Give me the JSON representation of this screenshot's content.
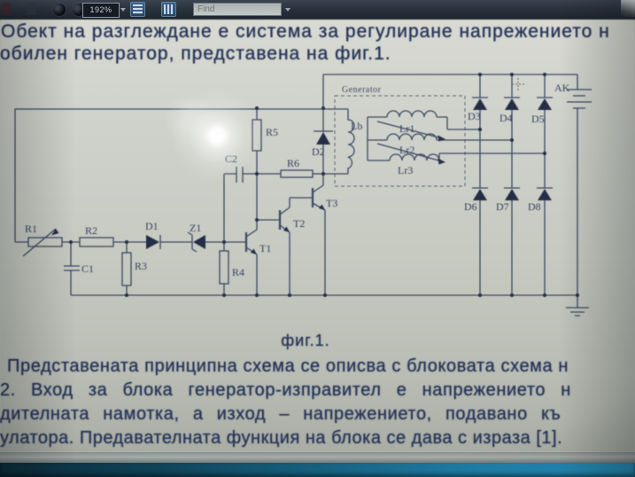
{
  "toolbar": {
    "zoom_level": "192%",
    "find_placeholder": "Find"
  },
  "document": {
    "intro_line1": "Обект на разглеждане е система за регулиране напрежението н",
    "intro_line2": "обилен генератор, представена на фиг.1.",
    "figure_caption": "фиг.1.",
    "para_line1": "Представената принципна схема се описва с блоковата схема н",
    "para_line2": "2. Вход за блока генератор-изправител е напрежението н",
    "para_line3": "дителната намотка, а изход – напрежението, подавано къ",
    "para_line4": "улатора. Предавателната функция на блока се дава с израза [1]."
  },
  "circuit": {
    "labels": {
      "R1": "R1",
      "R2": "R2",
      "R3": "R3",
      "R4": "R4",
      "R5": "R5",
      "R6": "R6",
      "C1": "C1",
      "C2": "C2",
      "D1": "D1",
      "Z1": "Z1",
      "D2": "D2",
      "D3": "D3",
      "D4": "D4",
      "D5": "D5",
      "D6": "D6",
      "D7": "D7",
      "D8": "D8",
      "T1": "T1",
      "T2": "T2",
      "T3": "T3",
      "Lb": "Lb",
      "Lr1": "Lr1",
      "Lr2": "Lr2",
      "Lr3": "Lr3",
      "AK": "AK",
      "generator": "Generator",
      "plus": "+"
    }
  },
  "colors": {
    "taskbar_teal": "#1e7aa2",
    "toolbar_dark": "#28323d",
    "page_light": "#ccd0c8",
    "ink": "#2b3760"
  }
}
